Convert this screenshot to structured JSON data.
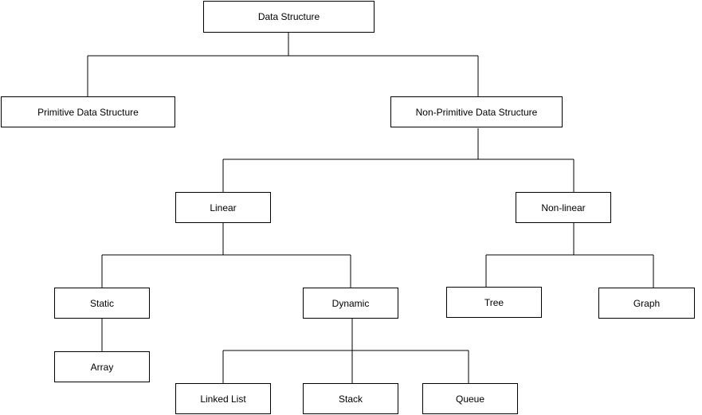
{
  "nodes": {
    "data_structure": "Data Structure",
    "primitive": "Primitive Data Structure",
    "non_primitive": "Non-Primitive Data Structure",
    "linear": "Linear",
    "non_linear": "Non-linear",
    "static": "Static",
    "dynamic": "Dynamic",
    "tree": "Tree",
    "graph": "Graph",
    "array": "Array",
    "linked_list": "Linked List",
    "stack": "Stack",
    "queue": "Queue"
  },
  "edges": [
    [
      "data_structure",
      "primitive"
    ],
    [
      "data_structure",
      "non_primitive"
    ],
    [
      "non_primitive",
      "linear"
    ],
    [
      "non_primitive",
      "non_linear"
    ],
    [
      "linear",
      "static"
    ],
    [
      "linear",
      "dynamic"
    ],
    [
      "non_linear",
      "tree"
    ],
    [
      "non_linear",
      "graph"
    ],
    [
      "static",
      "array"
    ],
    [
      "dynamic",
      "linked_list"
    ],
    [
      "dynamic",
      "stack"
    ],
    [
      "dynamic",
      "queue"
    ]
  ]
}
